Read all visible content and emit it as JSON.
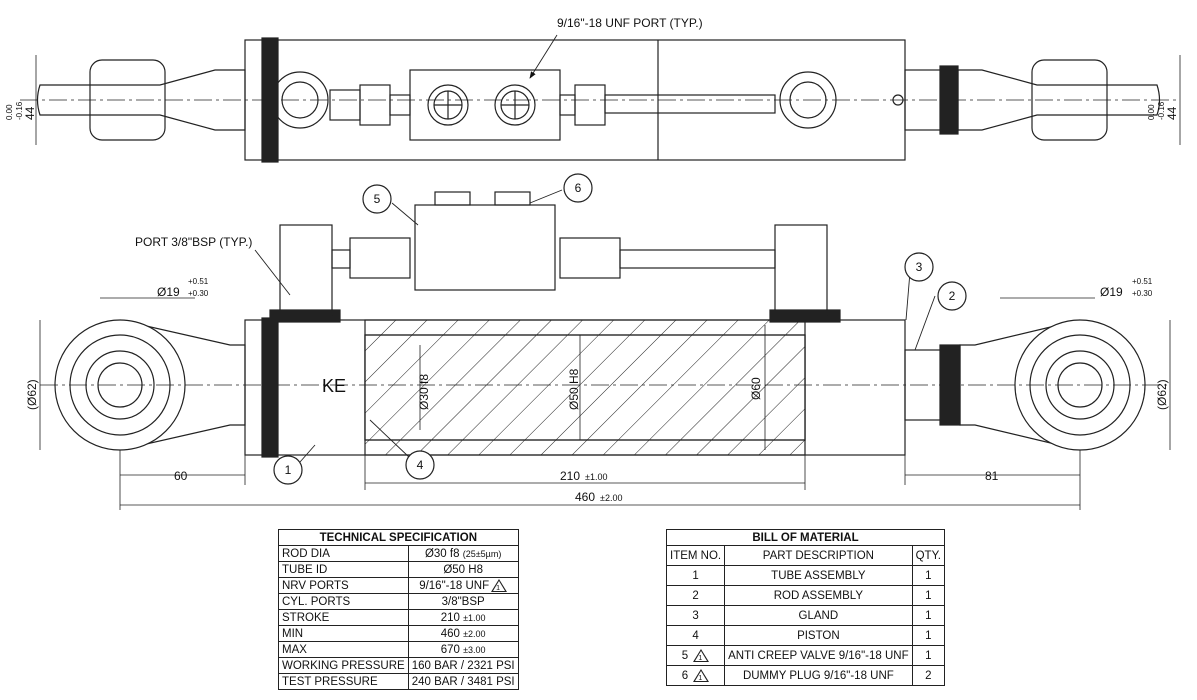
{
  "drawing": {
    "top_port_label": "9/16\"-18 UNF PORT (TYP.)",
    "port_label": "PORT 3/8\"BSP (TYP.)",
    "top_dim_left": {
      "value": "44",
      "upper": "0.00",
      "lower": "-0.16"
    },
    "top_dim_right": {
      "value": "44",
      "upper": "0.00",
      "lower": "-0.16"
    },
    "pin_dia_left": {
      "value": "Ø19",
      "upper": "+0.51",
      "lower": "+0.30"
    },
    "pin_dia_right": {
      "value": "Ø19",
      "upper": "+0.51",
      "lower": "+0.30"
    },
    "eye_dia_left": "(Ø62)",
    "eye_dia_right": "(Ø62)",
    "rod_dia": "Ø30 f8",
    "tube_dia": "Ø50 H8",
    "outer_dia": "Ø60",
    "body_mark": "KE",
    "dim_60": "60",
    "dim_81": "81",
    "dim_210": {
      "value": "210",
      "tol": "±1.00"
    },
    "dim_460": {
      "value": "460",
      "tol": "±2.00"
    },
    "balloons": [
      "1",
      "2",
      "3",
      "4",
      "5",
      "6"
    ]
  },
  "spec": {
    "title": "TECHNICAL SPECIFICATION",
    "rows": [
      {
        "label": "ROD DIA",
        "value": "Ø30 f8",
        "tol": "(25±5µm)"
      },
      {
        "label": "TUBE ID",
        "value": "Ø50 H8"
      },
      {
        "label": "NRV PORTS",
        "value": "9/16\"-18 UNF",
        "rev": "1"
      },
      {
        "label": "CYL. PORTS",
        "value": "3/8\"BSP"
      },
      {
        "label": "STROKE",
        "value": "210",
        "tol": "±1.00"
      },
      {
        "label": "MIN",
        "value": "460",
        "tol": "±2.00"
      },
      {
        "label": "MAX",
        "value": "670",
        "tol": "±3.00"
      },
      {
        "label": "WORKING PRESSURE",
        "value": "160 BAR / 2321 PSI"
      },
      {
        "label": "TEST PRESSURE",
        "value": "240 BAR / 3481 PSI"
      }
    ]
  },
  "bom": {
    "title": "BILL OF MATERIAL",
    "headers": [
      "ITEM NO.",
      "PART DESCRIPTION",
      "QTY."
    ],
    "rows": [
      {
        "item": "1",
        "desc": "TUBE ASSEMBLY",
        "qty": "1"
      },
      {
        "item": "2",
        "desc": "ROD ASSEMBLY",
        "qty": "1"
      },
      {
        "item": "3",
        "desc": "GLAND",
        "qty": "1"
      },
      {
        "item": "4",
        "desc": "PISTON",
        "qty": "1"
      },
      {
        "item": "5",
        "rev": "1",
        "desc": "ANTI CREEP VALVE 9/16\"-18 UNF",
        "qty": "1"
      },
      {
        "item": "6",
        "rev": "1",
        "desc": "DUMMY PLUG 9/16\"-18 UNF",
        "qty": "2"
      }
    ]
  }
}
